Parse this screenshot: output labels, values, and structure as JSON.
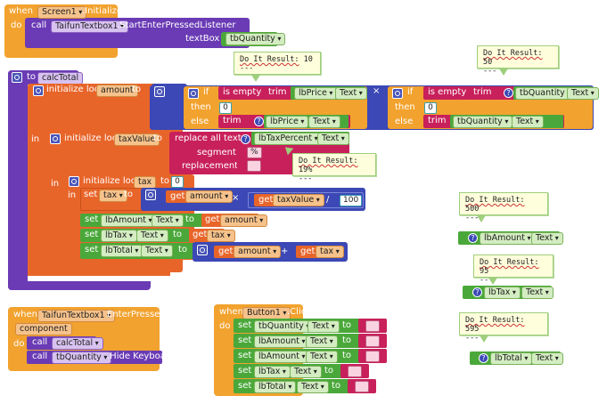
{
  "blocks": {
    "screen_init": {
      "when": "when",
      "component": "Screen1",
      "event": ".Initialize",
      "do": "do",
      "call": "call",
      "component2": "TaifunTextbox1",
      "method": ".StartEnterPressedListener",
      "param": "textBox",
      "value": "tbQuantity"
    },
    "proc": {
      "to": "to",
      "name": "calcTotal",
      "init_local": "initialize local",
      "var_amount": "amount",
      "to_kw": "to",
      "in": "in",
      "var_taxvalue": "taxValue",
      "var_tax": "tax",
      "zero": "0"
    },
    "if1": {
      "if": "if",
      "is_empty": "is empty",
      "trim": "trim",
      "field": "lbPrice",
      "prop": "Text",
      "then": "then",
      "zero": "0",
      "else": "else"
    },
    "if2": {
      "if": "if",
      "is_empty": "is empty",
      "trim": "trim",
      "field": "tbQuantity",
      "prop": "Text",
      "then": "then",
      "zero": "0",
      "else": "else"
    },
    "mul_op": "×",
    "replace": {
      "label": "replace all text",
      "field": "lbTaxPercent",
      "prop": "Text",
      "segment": "segment",
      "seg_value": "%",
      "replacement": "replacement",
      "rep_value": ""
    },
    "set_tax": {
      "set": "set",
      "var": "tax",
      "to": "to",
      "get": "get",
      "a": "amount",
      "op": "×",
      "b": "taxValue",
      "div": "/",
      "num": "100"
    },
    "set_amount": {
      "set": "set",
      "field": "lbAmount",
      "prop": "Text",
      "to": "to",
      "get": "get",
      "var": "amount"
    },
    "set_lbtax": {
      "set": "set",
      "field": "lbTax",
      "prop": "Text",
      "to": "to",
      "get": "get",
      "var": "tax"
    },
    "set_total": {
      "set": "set",
      "field": "lbTotal",
      "prop": "Text",
      "to": "to",
      "get": "get",
      "a": "amount",
      "op": "+",
      "b": "tax"
    },
    "enter_pressed": {
      "when": "when",
      "component": "TaifunTextbox1",
      "event": "EnterPressed",
      "param": "component",
      "do": "do",
      "call": "call",
      "proc": "calcTotal",
      "call2": "call",
      "field": "tbQuantity",
      "method": ".Hide Keyboard"
    },
    "button_click": {
      "when": "when",
      "component": "Button1",
      "event": ".Click",
      "do": "do",
      "rows": [
        {
          "set": "set",
          "field": "tbQuantity",
          "prop": "Text",
          "to": "to"
        },
        {
          "set": "set",
          "field": "lbAmount",
          "prop": "Text",
          "to": "to"
        },
        {
          "set": "set",
          "field": "lbAmount",
          "prop": "Text",
          "to": "to"
        },
        {
          "set": "set",
          "field": "lbTax",
          "prop": "Text",
          "to": "to"
        },
        {
          "set": "set",
          "field": "lbTotal",
          "prop": "Text",
          "to": "to"
        }
      ]
    },
    "getters": [
      {
        "field": "lbAmount",
        "prop": "Text"
      },
      {
        "field": "lbTax",
        "prop": "Text"
      },
      {
        "field": "lbTotal",
        "prop": "Text"
      }
    ]
  },
  "tips": [
    {
      "label": "Do It Result:",
      "value": "10",
      "dashes": "---"
    },
    {
      "label": "Do It Result:",
      "value": "50",
      "dashes": "---"
    },
    {
      "label": "Do It Result:",
      "value": "19%",
      "dashes": "---"
    },
    {
      "label": "Do It Result:",
      "value": "500",
      "dashes": "---"
    },
    {
      "label": "Do It Result:",
      "value": "95",
      "dashes": "--"
    },
    {
      "label": "Do It Result:",
      "value": "595",
      "dashes": "---"
    }
  ],
  "colors": {
    "event": "#f2a22e",
    "call": "#6a3bb5",
    "proc": "#6a3bb5",
    "local": "#e8652a",
    "control": "#f2a22e",
    "text": "#c8205b",
    "math": "#3b48b5",
    "component": "#4aa83a"
  }
}
